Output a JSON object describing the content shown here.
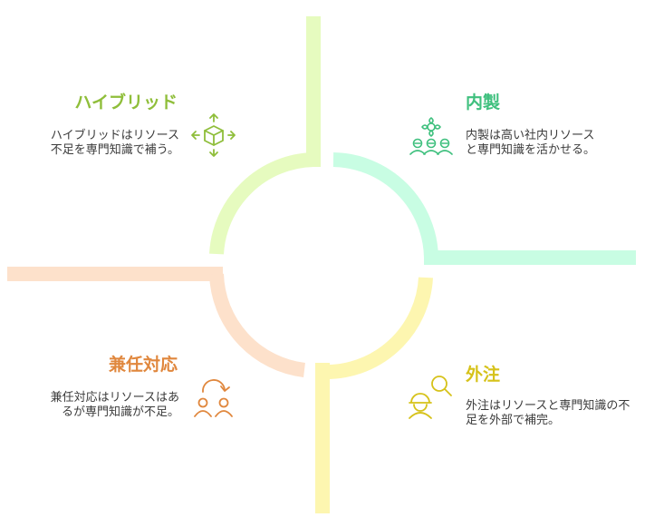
{
  "quadrants": {
    "hybrid": {
      "title": "ハイブリッド",
      "desc": "ハイブリッドはリソース不足を専門知識で補う。",
      "color": "#8fbe3a",
      "band": "#e6fbbf",
      "icon": "box-arrows-icon"
    },
    "inhouse": {
      "title": "内製",
      "desc": "内製は高い社内リソースと専門知識を活かせる。",
      "color": "#3fc07e",
      "band": "#c8fde3",
      "icon": "team-flower-icon"
    },
    "concurrent": {
      "title": "兼任対応",
      "desc": "兼任対応はリソースはあるが専門知識が不足。",
      "color": "#e0873d",
      "band": "#fde1cb",
      "icon": "people-cycle-icon"
    },
    "outsource": {
      "title": "外注",
      "desc": "外注はリソースと専門知識の不足を外部で補完。",
      "color": "#d6c21a",
      "band": "#fdf6b0",
      "icon": "worker-search-icon"
    }
  }
}
